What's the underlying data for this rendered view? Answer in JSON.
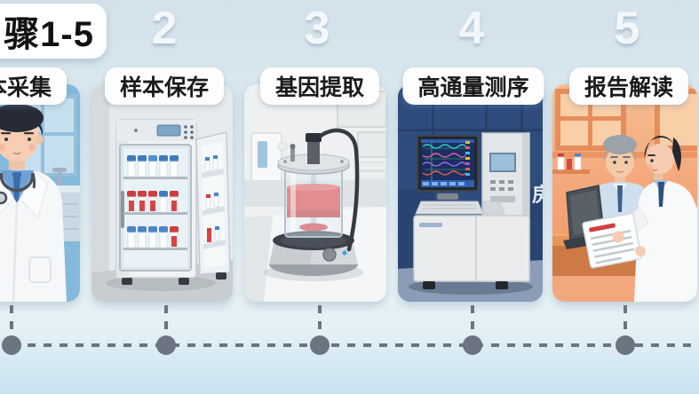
{
  "title": "骤1-5",
  "steps": [
    {
      "number": "",
      "label": "本采集"
    },
    {
      "number": "2",
      "label": "样本保存"
    },
    {
      "number": "3",
      "label": "基因提取"
    },
    {
      "number": "4",
      "label": "高通量测序",
      "wall_text": "房"
    },
    {
      "number": "5",
      "label": "报告解读"
    }
  ],
  "colors": {
    "background_top": "#d3e1eb",
    "background_bottom": "#c8e3ef",
    "badge_background": "#ffffff",
    "badge_text": "#121212",
    "step_number": "#f3f7fa",
    "timeline_gray": "#6b7480",
    "panel1_clinic_blue": "#85b9dc",
    "panel2_lab_gray": "#e7eaec",
    "panel3_lab_light": "#eef0f1",
    "panel4_navy": "#2e4d7d",
    "panel5_peach": "#f5b083",
    "sample_red": "#d84545",
    "cap_blue": "#3f7abc"
  }
}
